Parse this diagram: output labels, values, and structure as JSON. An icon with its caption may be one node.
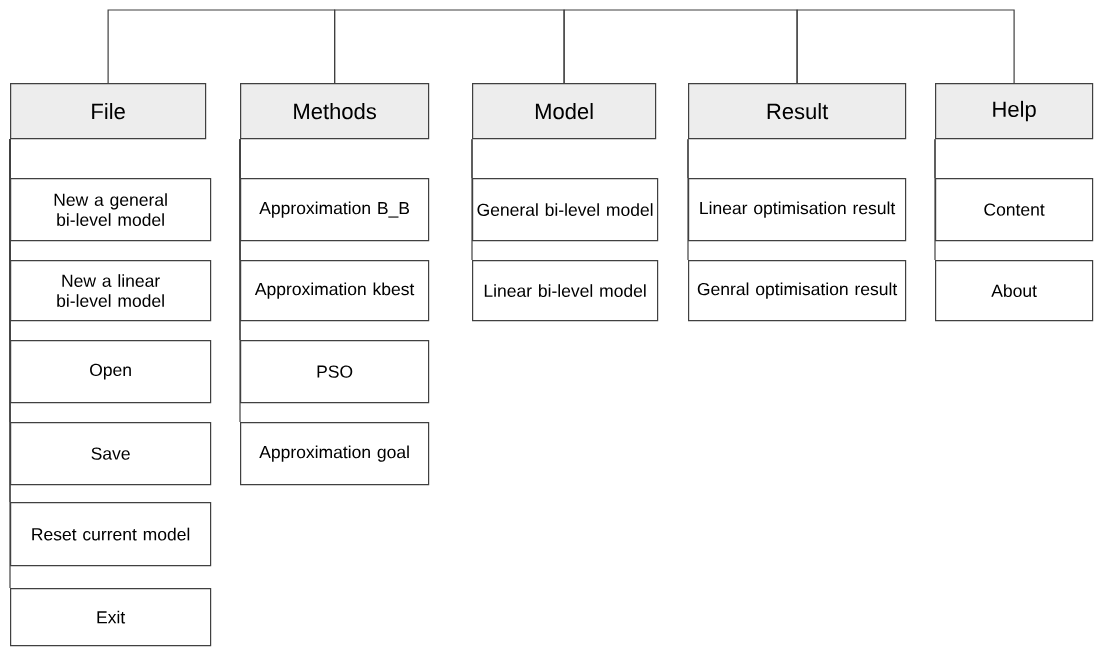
{
  "diagram": {
    "nodes": [
      {
        "text": [
          "File"
        ]
      },
      {
        "text": [
          "Methods"
        ]
      },
      {
        "text": [
          "Model"
        ]
      },
      {
        "text": [
          "Result"
        ]
      },
      {
        "text": [
          "Help"
        ]
      },
      {
        "text": [
          "New a general bi-level model"
        ]
      },
      {
        "text": [
          "New a linear bi-level model"
        ]
      },
      {
        "text": [
          "Open"
        ]
      },
      {
        "text": [
          "Save"
        ]
      },
      {
        "text": [
          "Reset current model"
        ]
      },
      {
        "text": [
          "Exit"
        ]
      },
      {
        "text": [
          "Approximation B_B"
        ]
      },
      {
        "text": [
          "Approximation kbest"
        ]
      },
      {
        "text": [
          "PSO"
        ]
      },
      {
        "text": [
          "Approximation goal"
        ]
      },
      {
        "text": [
          "General bi-level model"
        ]
      },
      {
        "text": [
          "Linear bi-level model"
        ]
      },
      {
        "text": [
          "Linear optimisation result"
        ]
      },
      {
        "text": [
          "Genral optimisation result"
        ]
      },
      {
        "text": [
          "Content"
        ]
      },
      {
        "text": [
          "About"
        ]
      }
    ],
    "edges": [
      {
        "from": 0,
        "to": 1,
        "arrow": "none"
      },
      {
        "from": 1,
        "to": 2,
        "arrow": "none"
      },
      {
        "from": 2,
        "to": 3,
        "arrow": "none"
      },
      {
        "from": 3,
        "to": 4,
        "arrow": "none"
      },
      {
        "from": 0,
        "to": 5,
        "arrow": "none"
      },
      {
        "from": 0,
        "to": 6,
        "arrow": "none"
      },
      {
        "from": 0,
        "to": 7,
        "arrow": "none"
      },
      {
        "from": 0,
        "to": 8,
        "arrow": "none"
      },
      {
        "from": 0,
        "to": 9,
        "arrow": "none"
      },
      {
        "from": 0,
        "to": 10,
        "arrow": "none"
      },
      {
        "from": 1,
        "to": 11,
        "arrow": "none"
      },
      {
        "from": 1,
        "to": 12,
        "arrow": "none"
      },
      {
        "from": 1,
        "to": 13,
        "arrow": "none"
      },
      {
        "from": 1,
        "to": 14,
        "arrow": "none"
      },
      {
        "from": 2,
        "to": 15,
        "arrow": "none"
      },
      {
        "from": 2,
        "to": 16,
        "arrow": "none"
      },
      {
        "from": 3,
        "to": 17,
        "arrow": "none"
      },
      {
        "from": 3,
        "to": 18,
        "arrow": "none"
      },
      {
        "from": 4,
        "to": 19,
        "arrow": "none"
      },
      {
        "from": 4,
        "to": 20,
        "arrow": "none"
      }
    ]
  }
}
